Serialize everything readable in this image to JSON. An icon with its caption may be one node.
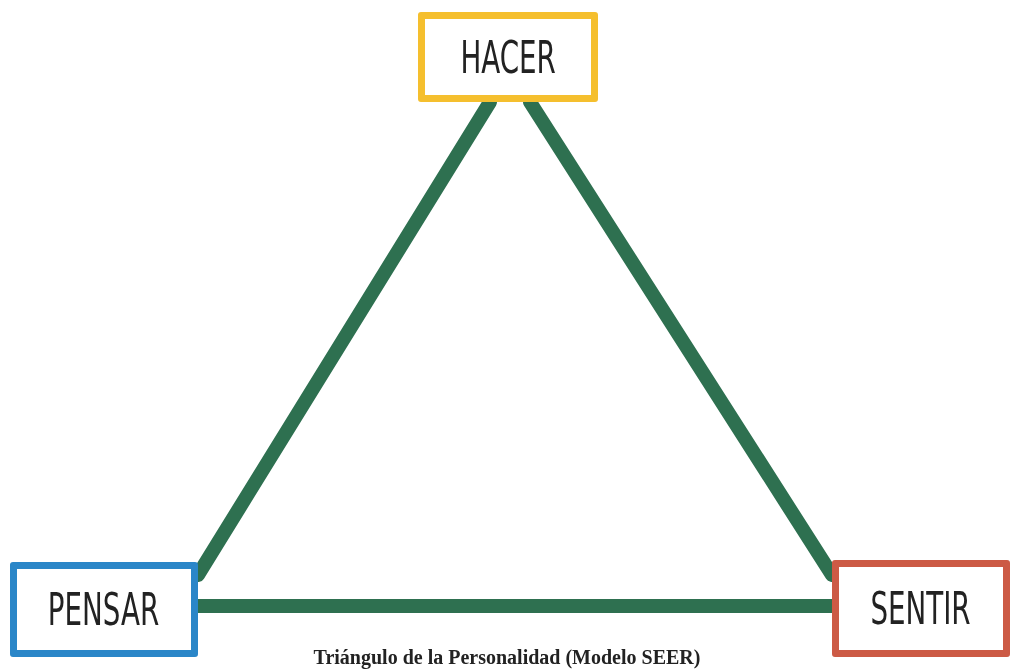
{
  "diagram": {
    "caption": "Triángulo de la Personalidad (Modelo SEER)",
    "nodes": [
      {
        "text": [
          "HACER"
        ]
      },
      {
        "text": [
          "PENSAR"
        ]
      },
      {
        "text": [
          "SENTIR"
        ]
      }
    ],
    "edges": [
      {
        "from": 0,
        "to": 1,
        "arrow": "none"
      },
      {
        "from": 0,
        "to": 2,
        "arrow": "none"
      },
      {
        "from": 1,
        "to": 2,
        "arrow": "none"
      }
    ]
  }
}
